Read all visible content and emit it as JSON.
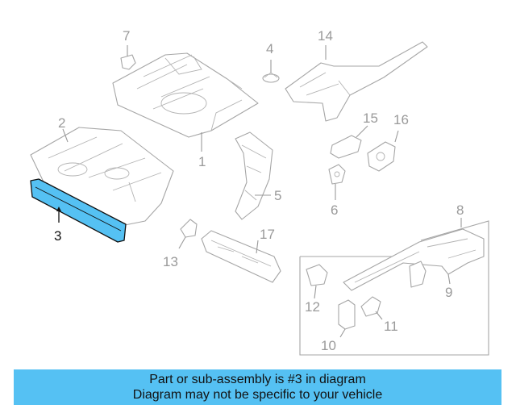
{
  "callouts": {
    "c1": "1",
    "c2": "2",
    "c3": "3",
    "c4": "4",
    "c5": "5",
    "c6": "6",
    "c7": "7",
    "c8": "8",
    "c9": "9",
    "c10": "10",
    "c11": "11",
    "c12": "12",
    "c13": "13",
    "c14": "14",
    "c15": "15",
    "c16": "16",
    "c17": "17"
  },
  "highlight": {
    "part": "3",
    "color": "#55c1f3"
  },
  "banner": {
    "line1": "Part or sub-assembly is #3 in diagram",
    "line2": "Diagram may not be specific to your vehicle",
    "background": "#55c1f3"
  }
}
